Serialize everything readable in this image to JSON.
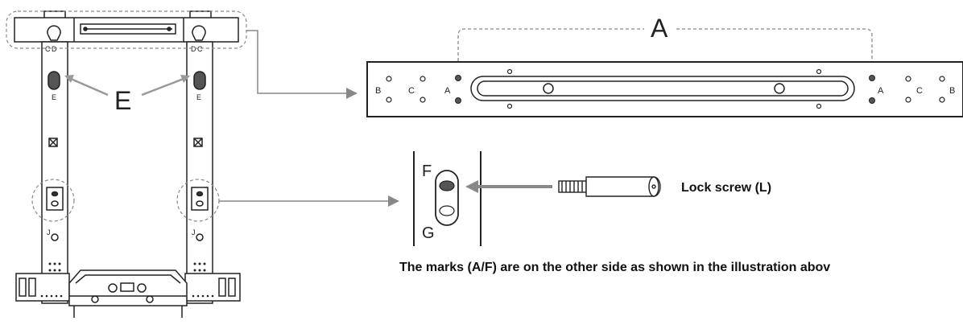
{
  "labels": {
    "bracket_hook": "E",
    "top_callout": "A",
    "rail_mark_a": "A",
    "rail_mark_b": "B",
    "rail_mark_c": "C",
    "top_c": "C",
    "top_d": "D",
    "slot_e": "E",
    "slot_j": "J",
    "hole_f": "F",
    "hole_g": "G",
    "lock_screw": "Lock screw (L)",
    "bottom_note": "The marks (A/F) are on the other side as shown in the illustration abov"
  },
  "colors": {
    "line": "#222222",
    "arrow": "#7a7a7a",
    "dash": "#888888",
    "dark_mark": "#555555"
  }
}
